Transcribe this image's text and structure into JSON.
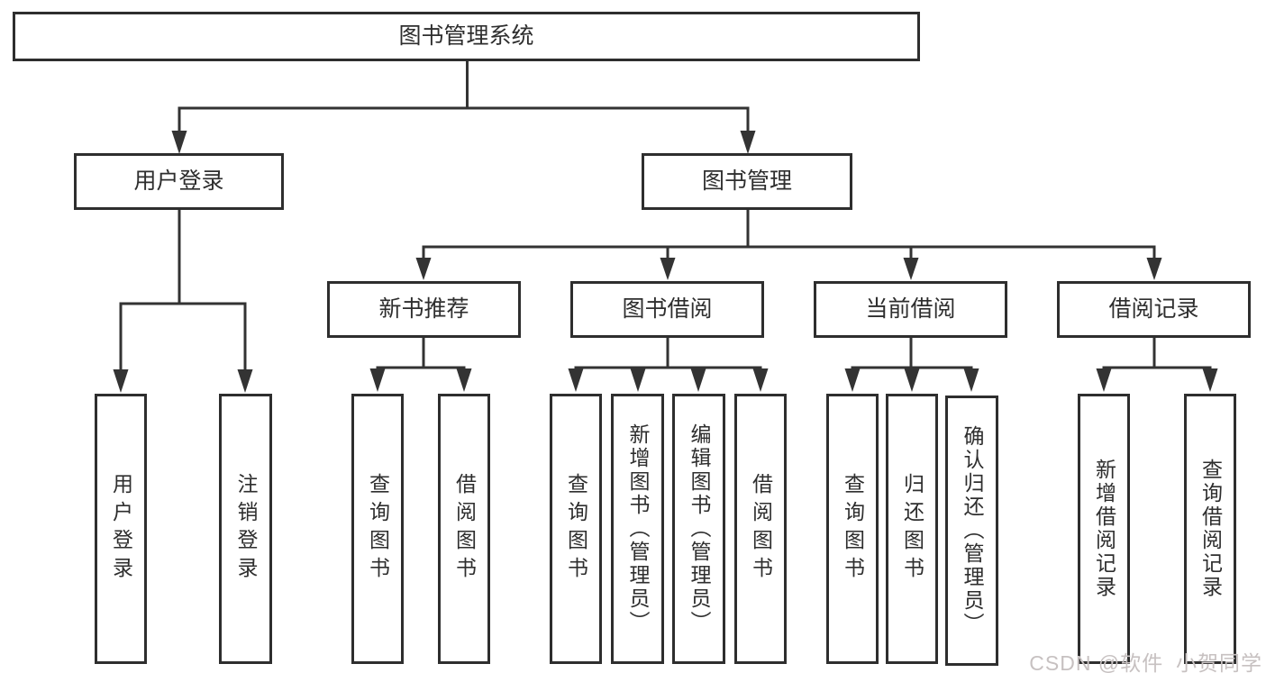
{
  "nodes": {
    "root": "图书管理系统",
    "level2": [
      "用户登录",
      "图书管理"
    ],
    "level3": [
      "新书推荐",
      "图书借阅",
      "当前借阅",
      "借阅记录"
    ],
    "leaves": [
      "用户登录",
      "注销登录",
      "查询图书",
      "借阅图书",
      "查询图书",
      "新增图书（管理员）",
      "编辑图书（管理员）",
      "借阅图书",
      "查询图书",
      "归还图书",
      "确认归还（管理员）",
      "新增借阅记录",
      "查询借阅记录"
    ]
  },
  "watermark": "CSDN @软件_小贺同学",
  "colors": {
    "line": "#333333",
    "border": "#2e2e2e",
    "text": "#2e2e2e",
    "background": "#ffffff",
    "watermark": "#c7c1c1"
  }
}
